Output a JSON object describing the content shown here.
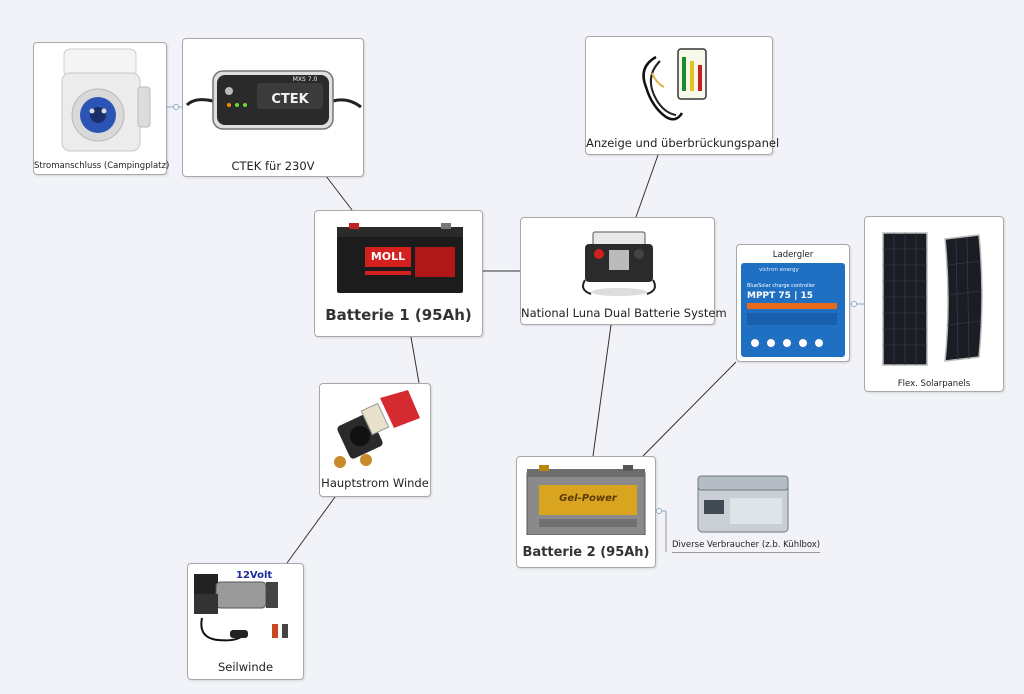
{
  "nodes": {
    "battery1": {
      "label": "Batterie 1 (95Ah)",
      "brand": "MOLL"
    },
    "national_luna": {
      "label": "National Luna Dual Batterie System"
    },
    "ctek": {
      "label": "CTEK für 230V",
      "brand": "CTEK",
      "model": "MXS 7.0"
    },
    "shore_power": {
      "label": "Stromanschluss (Campingplatz)"
    },
    "display_panel": {
      "label": "Anzeige und überbrückungspanel"
    },
    "main_switch": {
      "label": "Hauptstrom Winde"
    },
    "winch": {
      "label": "Seilwinde",
      "badge": "12Volt"
    },
    "battery2": {
      "label": "Batterie 2 (95Ah)",
      "brand": "Gel-Power"
    },
    "charge_controller": {
      "label": "Ladergler",
      "brand": "victron energy",
      "product_line": "BlueSolar charge controller",
      "model": "MPPT 75 | 15"
    },
    "solar": {
      "label": "Flex. Solarpanels"
    },
    "consumers": {
      "label": "Diverse Verbraucher (z.b. Kühlbox)"
    }
  },
  "colors": {
    "background": "#f2f3f8",
    "node_border": "#a9a9a9",
    "line": "#333333",
    "connector": "#8fa9c9",
    "victron_blue": "#1f6fc2",
    "moll_red": "#d4201f",
    "gel_gold": "#d9a520",
    "switch_red": "#d42a30"
  }
}
